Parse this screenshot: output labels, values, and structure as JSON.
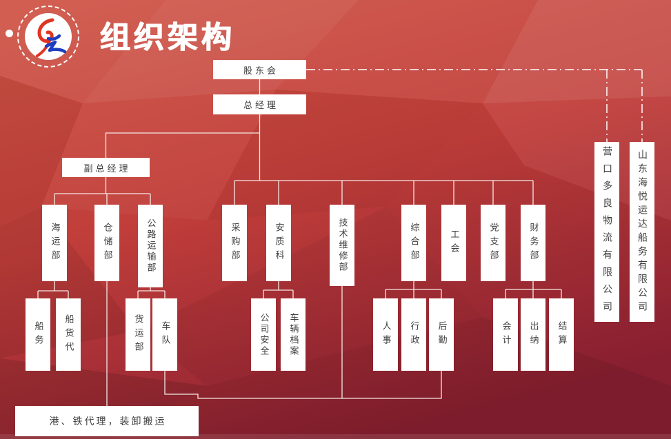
{
  "slide": {
    "title": "组织架构"
  },
  "logo": {
    "name": "haiyue-company-logo"
  },
  "colors": {
    "background_top": "#d0564a",
    "background_mid": "#c13e3a",
    "background_bottom": "#8c2032",
    "box_fill": "#ffffff",
    "box_text": "#3e3e3e",
    "connector_line": "#f5e9e6",
    "title_text": "#ffffff",
    "logo_red": "#e03522",
    "logo_blue": "#1e3ec0"
  },
  "diagram": {
    "type": "org-chart",
    "nodes": {
      "shareholders": "股东会",
      "general_manager": "总经理",
      "deputy_general_manager": "副总经理",
      "marine_dept": "海运部",
      "warehouse_dept": "仓储部",
      "road_transport_dept": "公路运输部",
      "purchasing_dept": "采购部",
      "safety_quality_section": "安质科",
      "tech_maintenance_dept": "技术维修部",
      "general_affairs_dept": "综合部",
      "labor_union": "工会",
      "party_branch": "党支部",
      "finance_dept": "财务部",
      "ship_affairs": "船务",
      "ship_cargo_agency": "船货代",
      "freight_dept": "货运部",
      "fleet": "车队",
      "company_safety": "公司安全",
      "vehicle_records": "车辆档案",
      "hr": "人事",
      "administration": "行政",
      "logistics_support": "后勤",
      "accounting": "会计",
      "cashier": "出纳",
      "settlement": "结算",
      "port_rail_agency": "港、铁代理，装卸搬运",
      "yingkou_company": "营口多良物流有限公司",
      "shandong_company": "山东海悦运达船务有限公司"
    },
    "structure": {
      "root": "shareholders",
      "children": {
        "shareholders": [
          "general_manager"
        ],
        "general_manager": [
          "deputy_general_manager",
          "purchasing_dept",
          "safety_quality_section",
          "tech_maintenance_dept",
          "general_affairs_dept",
          "labor_union",
          "party_branch",
          "finance_dept"
        ],
        "deputy_general_manager": [
          "marine_dept",
          "warehouse_dept",
          "road_transport_dept"
        ],
        "marine_dept": [
          "ship_affairs",
          "ship_cargo_agency"
        ],
        "warehouse_dept": [
          "port_rail_agency"
        ],
        "road_transport_dept": [
          "freight_dept",
          "fleet"
        ],
        "safety_quality_section": [
          "company_safety",
          "vehicle_records"
        ],
        "general_affairs_dept": [
          "hr",
          "administration",
          "logistics_support"
        ],
        "finance_dept": [
          "accounting",
          "cashier",
          "settlement"
        ]
      },
      "dashed_links": {
        "shareholders": [
          "yingkou_company",
          "shandong_company"
        ]
      },
      "bottom_shared_link": [
        "fleet",
        "tech_maintenance_dept",
        "logistics_support"
      ]
    }
  }
}
